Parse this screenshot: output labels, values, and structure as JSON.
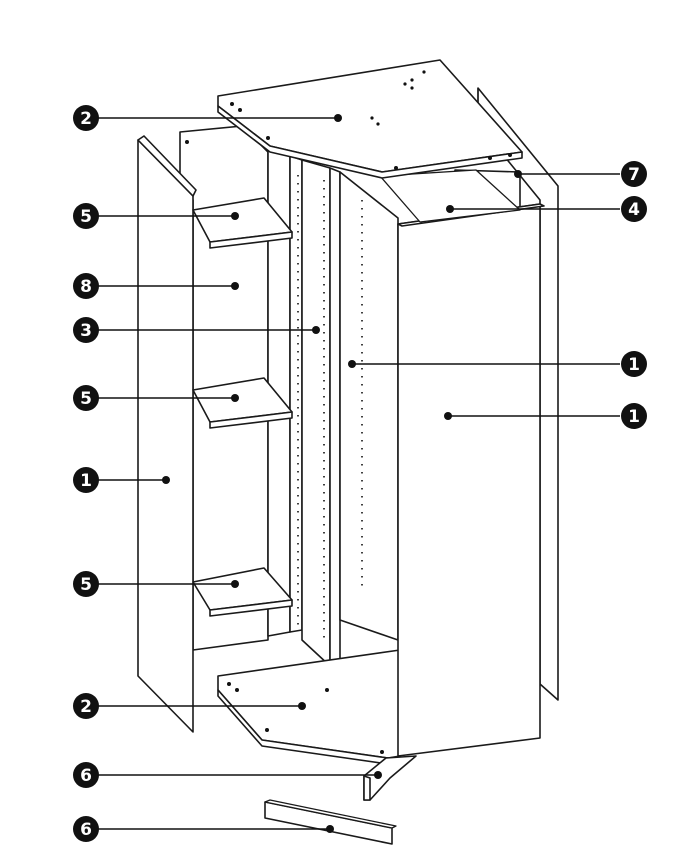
{
  "callouts": [
    {
      "id": "c1",
      "label": "2"
    },
    {
      "id": "c2",
      "label": "5"
    },
    {
      "id": "c3",
      "label": "8"
    },
    {
      "id": "c4",
      "label": "3"
    },
    {
      "id": "c5",
      "label": "5"
    },
    {
      "id": "c6",
      "label": "1"
    },
    {
      "id": "c7",
      "label": "5"
    },
    {
      "id": "c8",
      "label": "2"
    },
    {
      "id": "c9",
      "label": "6"
    },
    {
      "id": "c10",
      "label": "6"
    },
    {
      "id": "c11",
      "label": "7"
    },
    {
      "id": "c12",
      "label": "4"
    },
    {
      "id": "c13",
      "label": "1"
    },
    {
      "id": "c14",
      "label": "1"
    }
  ]
}
